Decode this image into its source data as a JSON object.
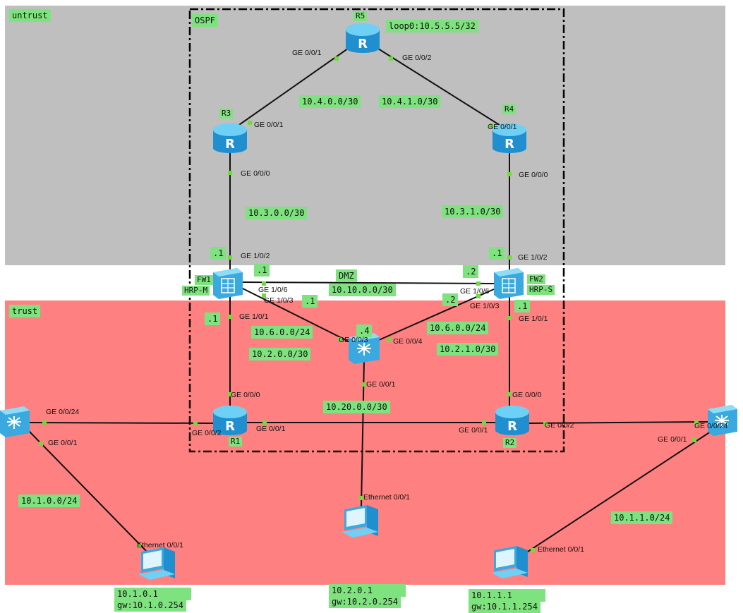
{
  "zones": {
    "untrust": "untrust",
    "trust": "trust",
    "ospf": "OSPF",
    "dmz": "DMZ"
  },
  "colors": {
    "untrust_bg": "#bfbfbf",
    "trust_bg": "#ff8080",
    "label_bg": "#7ee27e",
    "link": "#111111",
    "port_dot": "#6fdc3a",
    "device": "#3db1e8"
  },
  "devices": {
    "r5": "R5",
    "r3": "R3",
    "r4": "R4",
    "fw1": "FW1",
    "fw1_role": "HRP-M",
    "fw2": "FW2",
    "fw2_role": "HRP-S",
    "r1": "R1",
    "r2": "R2"
  },
  "networks": {
    "r5_loop": "loop0:10.5.5.5/32",
    "n_10_4_0": "10.4.0.0/30",
    "n_10_4_1": "10.4.1.0/30",
    "n_10_3_0": "10.3.0.0/30",
    "n_10_3_1": "10.3.1.0/30",
    "n_10_10_0": "10.10.0.0/30",
    "n_10_6_left": "10.6.0.0/24",
    "n_10_6_right": "10.6.0.0/24",
    "n_10_2_0": "10.2.0.0/30",
    "n_10_2_1": "10.2.1.0/30",
    "n_10_20_0": "10.20.0.0/30",
    "n_10_1_0": "10.1.0.0/24",
    "n_10_1_1": "10.1.1.0/24"
  },
  "hosts": {
    "pc1_ip": "10.1.0.1",
    "pc1_gw": "gw:10.1.0.254",
    "pc2_ip": "10.2.0.1",
    "pc2_gw": "gw:10.2.0.254",
    "pc3_ip": "10.1.1.1",
    "pc3_gw": "gw:10.1.1.254"
  },
  "addr": {
    "fw1_g102": ".1",
    "fw1_g106": ".1",
    "fw1_g103": ".1",
    "fw1_g101": ".1",
    "fw2_g102": ".1",
    "fw2_g106": ".2",
    "fw2_g103": ".2",
    "fw2_g101": ".1",
    "sw_mid": ".4"
  },
  "ports": {
    "r5_l": "GE 0/0/1",
    "r5_r": "GE 0/0/2",
    "r3_up": "GE 0/0/1",
    "r3_down": "GE 0/0/0",
    "r4_up": "GE 0/0/1",
    "r4_down": "GE 0/0/0",
    "fw1_g102": "GE 1/0/2",
    "fw1_g106": "GE 1/0/6",
    "fw1_g103": "GE 1/0/3",
    "fw1_g101": "GE 1/0/1",
    "fw2_g102": "GE 1/0/2",
    "fw2_g106": "GE 1/0/6",
    "fw2_g103": "GE 1/0/3",
    "fw2_g101": "GE 1/0/1",
    "sw_l": "GE 0/0/3",
    "sw_r": "GE 0/0/4",
    "sw_down": "GE 0/0/1",
    "r1_up": "GE 0/0/0",
    "r1_l": "GE 0/0/2",
    "r1_r": "GE 0/0/1",
    "r2_up": "GE 0/0/0",
    "r2_l": "GE 0/0/1",
    "r2_r": "GE 0/0/2",
    "swl_r": "GE 0/0/24",
    "swl_d": "GE 0/0/1",
    "swr_l": "GE 0/0/24",
    "swr_d": "GE 0/0/1",
    "pc1_eth": "Ethernet 0/0/1",
    "pc2_eth": "Ethernet 0/0/1",
    "pc3_eth": "Ethernet 0/0/1"
  }
}
